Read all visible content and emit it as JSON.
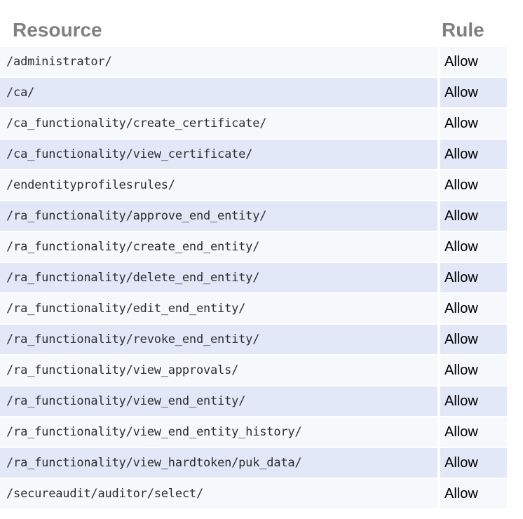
{
  "table": {
    "columns": [
      {
        "key": "resource",
        "label": "Resource"
      },
      {
        "key": "rule",
        "label": "Rule"
      }
    ],
    "row_count": 15,
    "rows": [
      {
        "resource": "/administrator/",
        "rule": "Allow"
      },
      {
        "resource": "/ca/",
        "rule": "Allow"
      },
      {
        "resource": "/ca_functionality/create_certificate/",
        "rule": "Allow"
      },
      {
        "resource": "/ca_functionality/view_certificate/",
        "rule": "Allow"
      },
      {
        "resource": "/endentityprofilesrules/",
        "rule": "Allow"
      },
      {
        "resource": "/ra_functionality/approve_end_entity/",
        "rule": "Allow"
      },
      {
        "resource": "/ra_functionality/create_end_entity/",
        "rule": "Allow"
      },
      {
        "resource": "/ra_functionality/delete_end_entity/",
        "rule": "Allow"
      },
      {
        "resource": "/ra_functionality/edit_end_entity/",
        "rule": "Allow"
      },
      {
        "resource": "/ra_functionality/revoke_end_entity/",
        "rule": "Allow"
      },
      {
        "resource": "/ra_functionality/view_approvals/",
        "rule": "Allow"
      },
      {
        "resource": "/ra_functionality/view_end_entity/",
        "rule": "Allow"
      },
      {
        "resource": "/ra_functionality/view_end_entity_history/",
        "rule": "Allow"
      },
      {
        "resource": "/ra_functionality/view_hardtoken/puk_data/",
        "rule": "Allow"
      },
      {
        "resource": "/secureaudit/auditor/select/",
        "rule": "Allow"
      }
    ]
  },
  "colors": {
    "page_background": "#ffffff",
    "header_text": "#808080",
    "row_odd_background": "#f7f8fc",
    "row_even_background": "#e2e8f8",
    "resource_text": "#2f2f2f",
    "rule_text": "#000000"
  }
}
